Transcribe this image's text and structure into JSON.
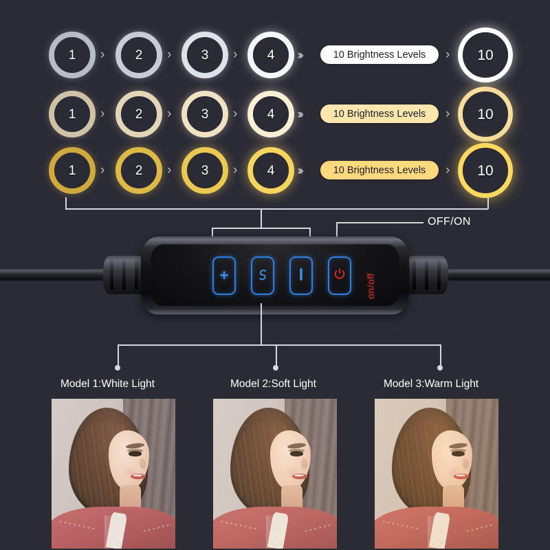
{
  "meta": {
    "background_color": "#2b2b36",
    "diagram_title_visible": false
  },
  "brightness_ladder": {
    "rows": [
      {
        "mode_name": "White Light",
        "ring_color": "#d2d5db",
        "ring_glow": "#ffffff",
        "pill": {
          "text": "10 Brightness Levels",
          "bg_color": "#ffffff",
          "text_color": "#1d1d22"
        },
        "steps": [
          "1",
          "2",
          "3",
          "4"
        ],
        "final_step": "10",
        "separator": "›",
        "group_separator": "›››",
        "ring_step_colors": [
          "#b9bcc3",
          "#c8ccd2",
          "#dfe2e7",
          "#f4f6f9"
        ],
        "final_ring_color": "#ffffff"
      },
      {
        "mode_name": "Soft Light",
        "ring_color": "#e8dcc0",
        "ring_glow": "#fff4d8",
        "pill": {
          "text": "10 Brightness Levels",
          "bg_color": "#fbe6ae",
          "text_color": "#1d1d22"
        },
        "steps": [
          "1",
          "2",
          "3",
          "4"
        ],
        "final_step": "10",
        "separator": "›",
        "group_separator": "›››",
        "ring_step_colors": [
          "#cfc3a6",
          "#e3d6b6",
          "#efe3c4",
          "#f9efd4"
        ],
        "final_ring_color": "#f6dd9c"
      },
      {
        "mode_name": "Warm Light",
        "ring_color": "#e7c451",
        "ring_glow": "#ffe79a",
        "pill": {
          "text": "10 Brightness Levels",
          "bg_color": "#fcd97d",
          "text_color": "#1d1d22"
        },
        "steps": [
          "1",
          "2",
          "3",
          "4"
        ],
        "final_step": "10",
        "separator": "›",
        "group_separator": "›››",
        "ring_step_colors": [
          "#cfa93c",
          "#ddb945",
          "#ebc84f",
          "#f6d55c"
        ],
        "final_ring_color": "#ffd85e"
      }
    ]
  },
  "callouts": {
    "offon_label": "OFF/ON",
    "line_color": "#d6d8de"
  },
  "controller": {
    "buttons": [
      {
        "name": "brightness-up",
        "glyph": "+",
        "glyph_color": "#3a8ee8",
        "border_color": "#2f7fe0"
      },
      {
        "name": "color-mode",
        "glyph": "ⓢ",
        "glyph_color": "#3a8ee8",
        "border_color": "#2f7fe0"
      },
      {
        "name": "brightness-down",
        "glyph": "❘",
        "glyph_color": "#3a8ee8",
        "border_color": "#2f7fe0"
      },
      {
        "name": "power",
        "glyph": "⏻",
        "glyph_color": "#d6281f",
        "border_color": "#2f7fe0"
      }
    ],
    "side_text": "on/off",
    "side_text_color": "#c9342a"
  },
  "models": [
    {
      "label": "Model 1:White Light",
      "tone": "neutral-white"
    },
    {
      "label": "Model 2:Soft Light",
      "tone": "soft-cream"
    },
    {
      "label": "Model 3:Warm Light",
      "tone": "warm-amber"
    }
  ]
}
